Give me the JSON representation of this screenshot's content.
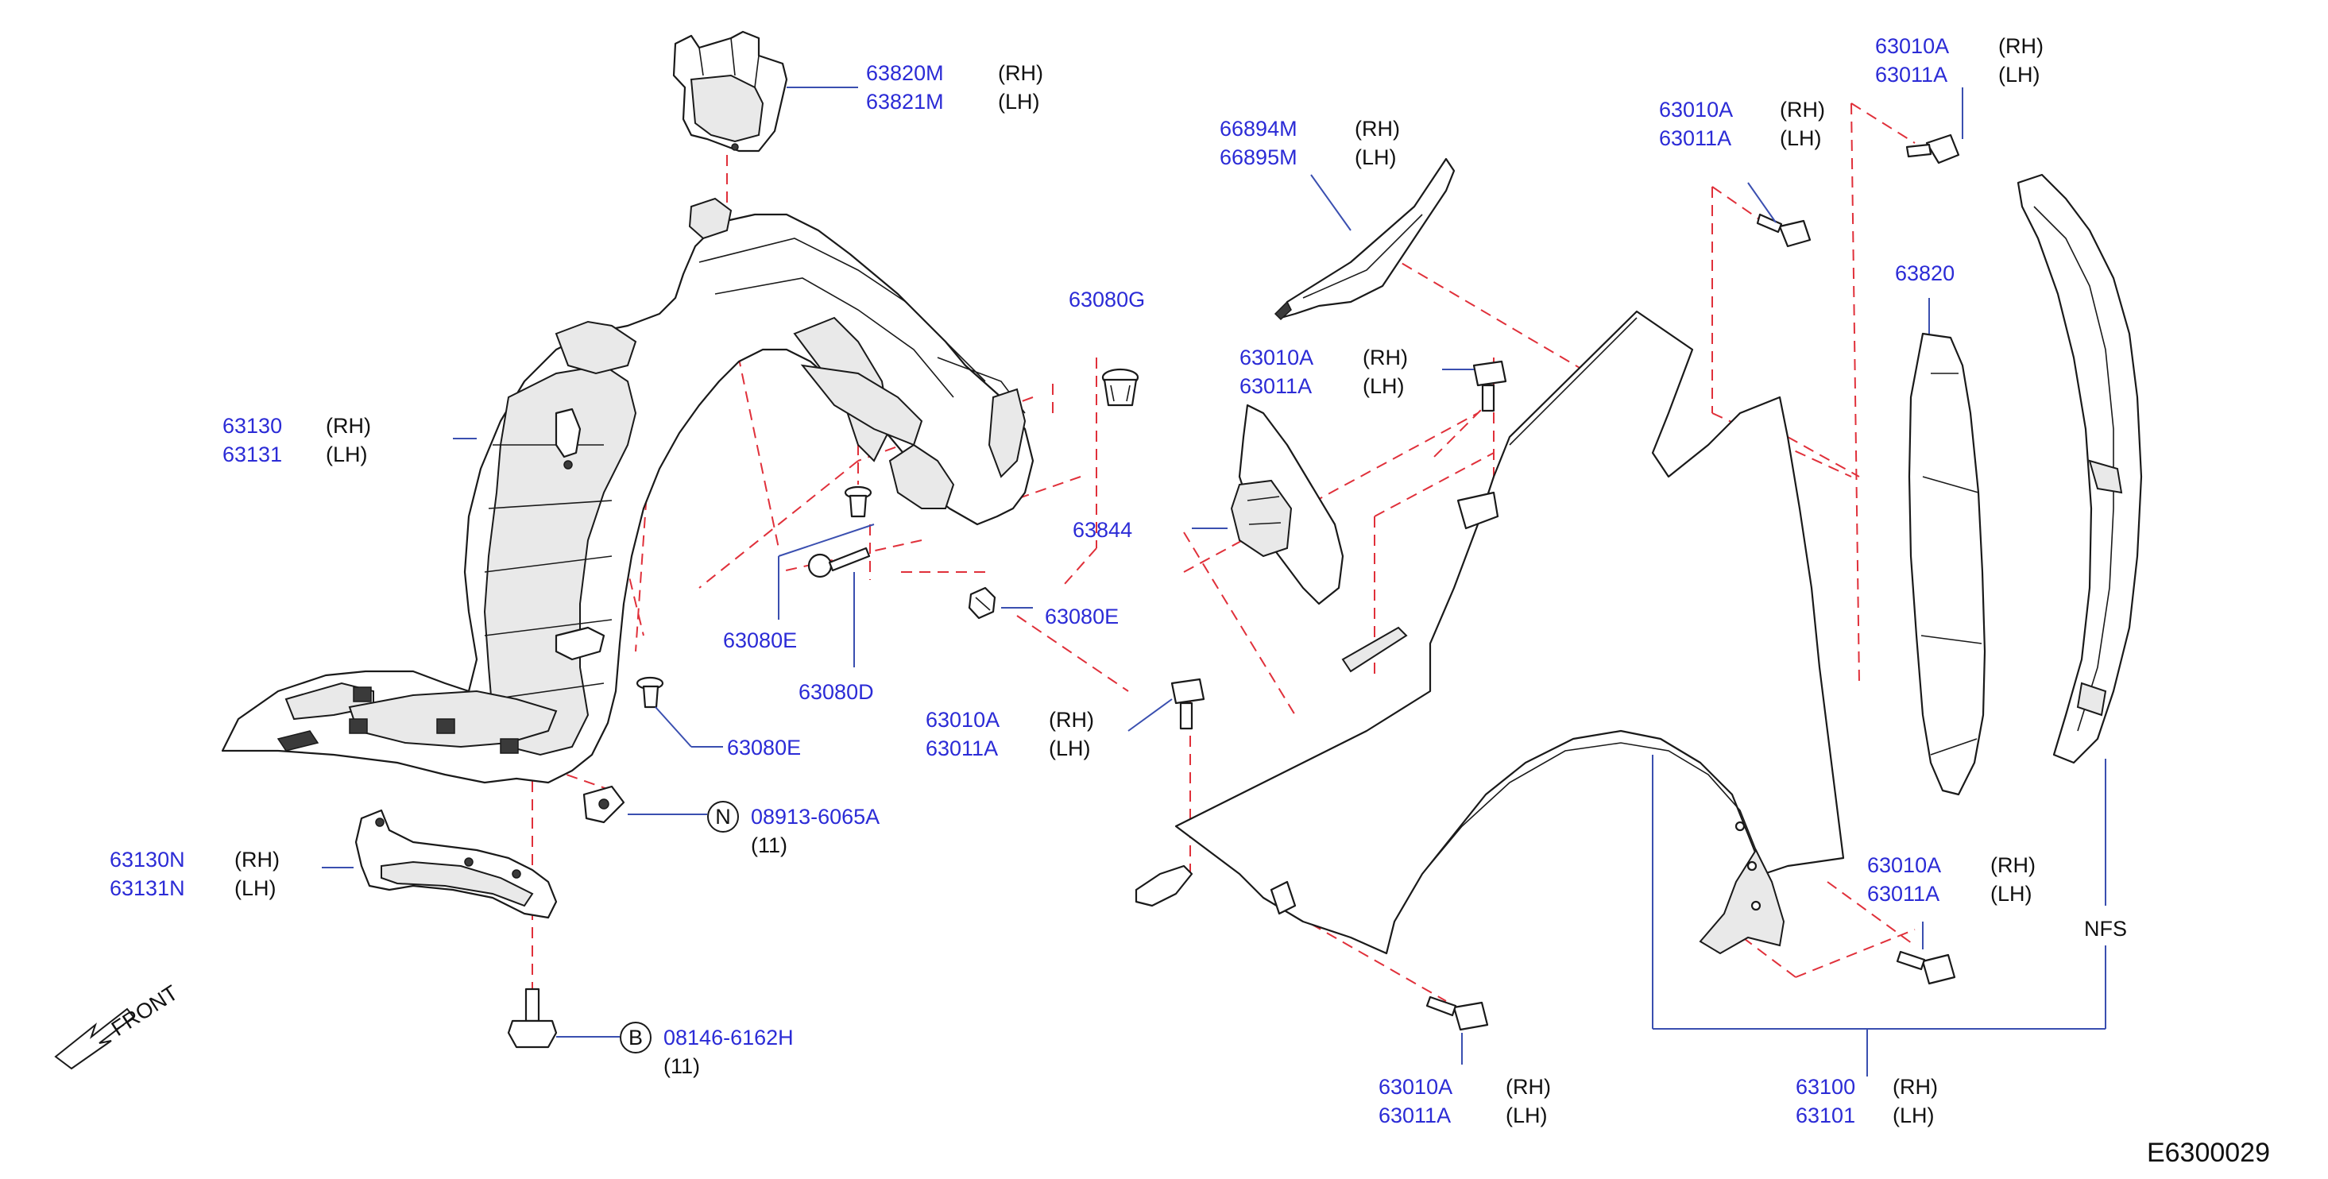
{
  "diagram": {
    "id": "E6300029",
    "side_rh": "(RH)",
    "side_lh": "(LH)",
    "front_label": "FRONT",
    "parts": {
      "splash_bracket": [
        "63820M",
        "63821M"
      ],
      "protector": [
        "63130",
        "63131"
      ],
      "protector_lower": [
        "63130N",
        "63131N"
      ],
      "clip_g": "63080G",
      "clip_e1": "63080E",
      "clip_d": "63080D",
      "clip_e2": "63080E",
      "clip_e3": "63080E",
      "nut": "08913-6065A",
      "nut_qty": "(11)",
      "nut_badge": "N",
      "bolt": "08146-6162H",
      "bolt_qty": "(11)",
      "bolt_badge": "B",
      "moulding": [
        "66894M",
        "66895M"
      ],
      "bracket_63844": "63844",
      "screw": [
        "63010A",
        "63011A"
      ],
      "seal_63820": "63820",
      "fender": [
        "63100",
        "63101"
      ],
      "nfs": "NFS"
    }
  }
}
